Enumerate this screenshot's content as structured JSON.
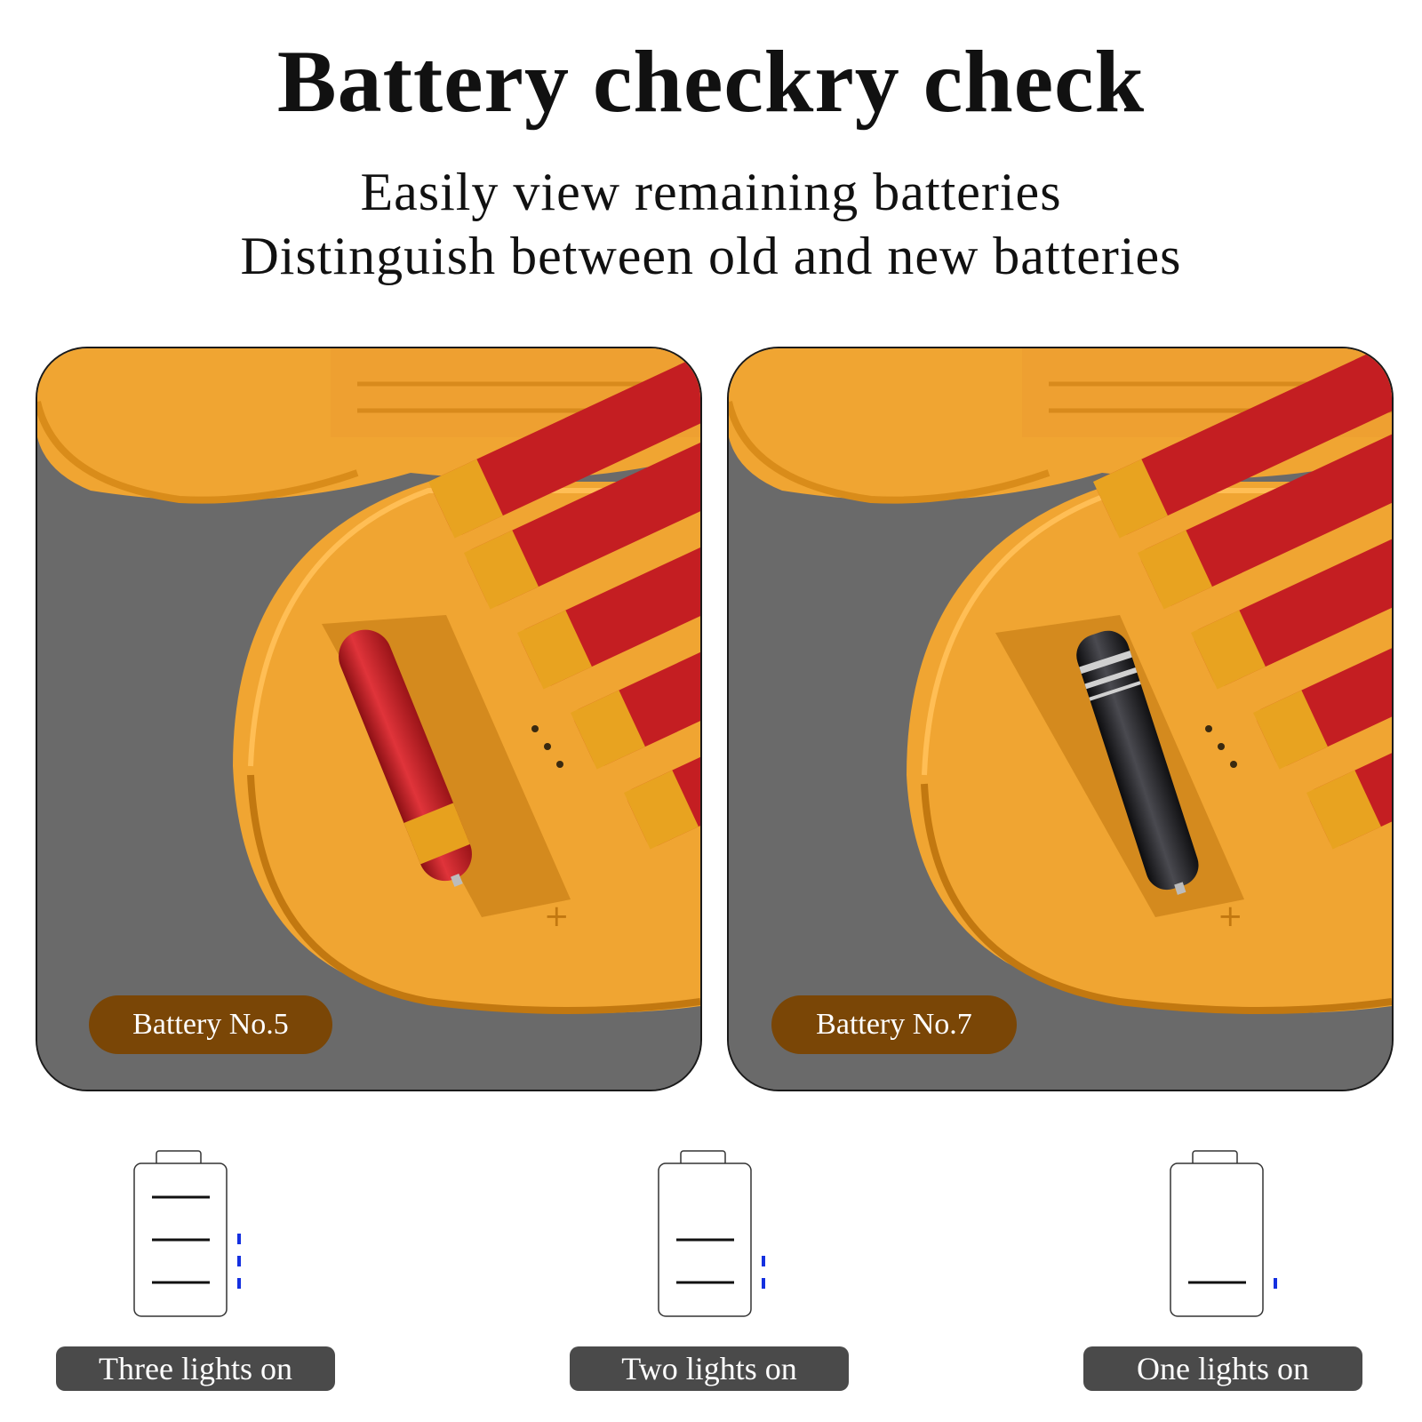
{
  "header": {
    "title": "Battery checkry check",
    "subtitle_line1": "Easily view remaining batteries",
    "subtitle_line2": "Distinguish between old and new batteries"
  },
  "photos": [
    {
      "label": "Battery No.5",
      "battery_color": "#c41e22",
      "battery_icon": "red-aa-battery"
    },
    {
      "label": "Battery No.7",
      "battery_color": "#1d1d1f",
      "battery_icon": "black-aaa-battery"
    }
  ],
  "indicators": [
    {
      "label": "Three lights on",
      "bars": 3
    },
    {
      "label": "Two lights on",
      "bars": 2
    },
    {
      "label": "One lights on",
      "bars": 1
    }
  ],
  "colors": {
    "case_orange": "#f0a532",
    "background_gray": "#6a6a6a",
    "label_brown": "#7a4606",
    "status_gray": "#4a4a4a",
    "led_blue": "#1430e0"
  }
}
